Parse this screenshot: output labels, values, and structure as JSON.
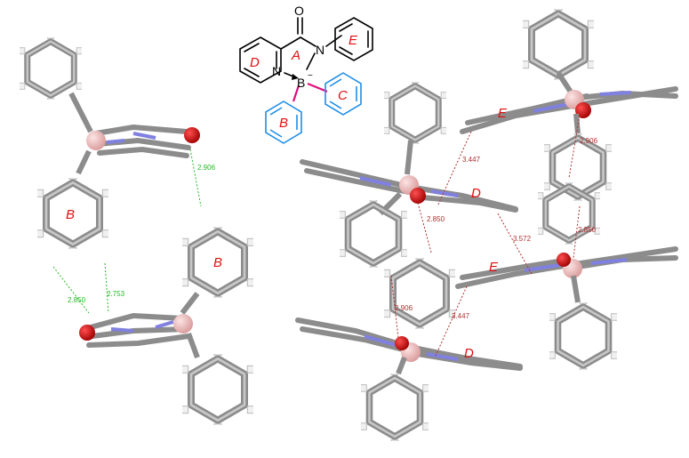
{
  "colors": {
    "ring_label": "#e01010",
    "contact_green": "#22bb22",
    "contact_red": "#b03030",
    "boron": "#f0b4b4",
    "oxygen": "#d00000",
    "nitrogen": "#8080e0",
    "carbon": "#8c8c8c",
    "highlight_bond": "#e0107a",
    "highlight_ring": "#1e8ee8"
  },
  "molecule": {
    "atoms": {
      "oxygen": "O",
      "nitrogen_amide": "N",
      "nitrogen_pyridine": "N",
      "boron": "B"
    },
    "ring_labels": {
      "pyridine": "D",
      "chelate": "A",
      "n_phenyl": "E",
      "b_phenyl_1": "B",
      "b_phenyl_2": "C"
    }
  },
  "left_panel": {
    "ring_labels": {
      "upper": "B",
      "lower": "B"
    },
    "contacts": [
      "2.906",
      "2.850",
      "2.753"
    ]
  },
  "right_panel": {
    "ring_labels": {
      "e_top": "E",
      "d_top": "D",
      "e_bottom": "E",
      "d_bottom": "D"
    },
    "contacts": [
      "3.447",
      "2.850",
      "3.572",
      "2.906",
      "3.447",
      "2.906",
      "2.850"
    ]
  }
}
